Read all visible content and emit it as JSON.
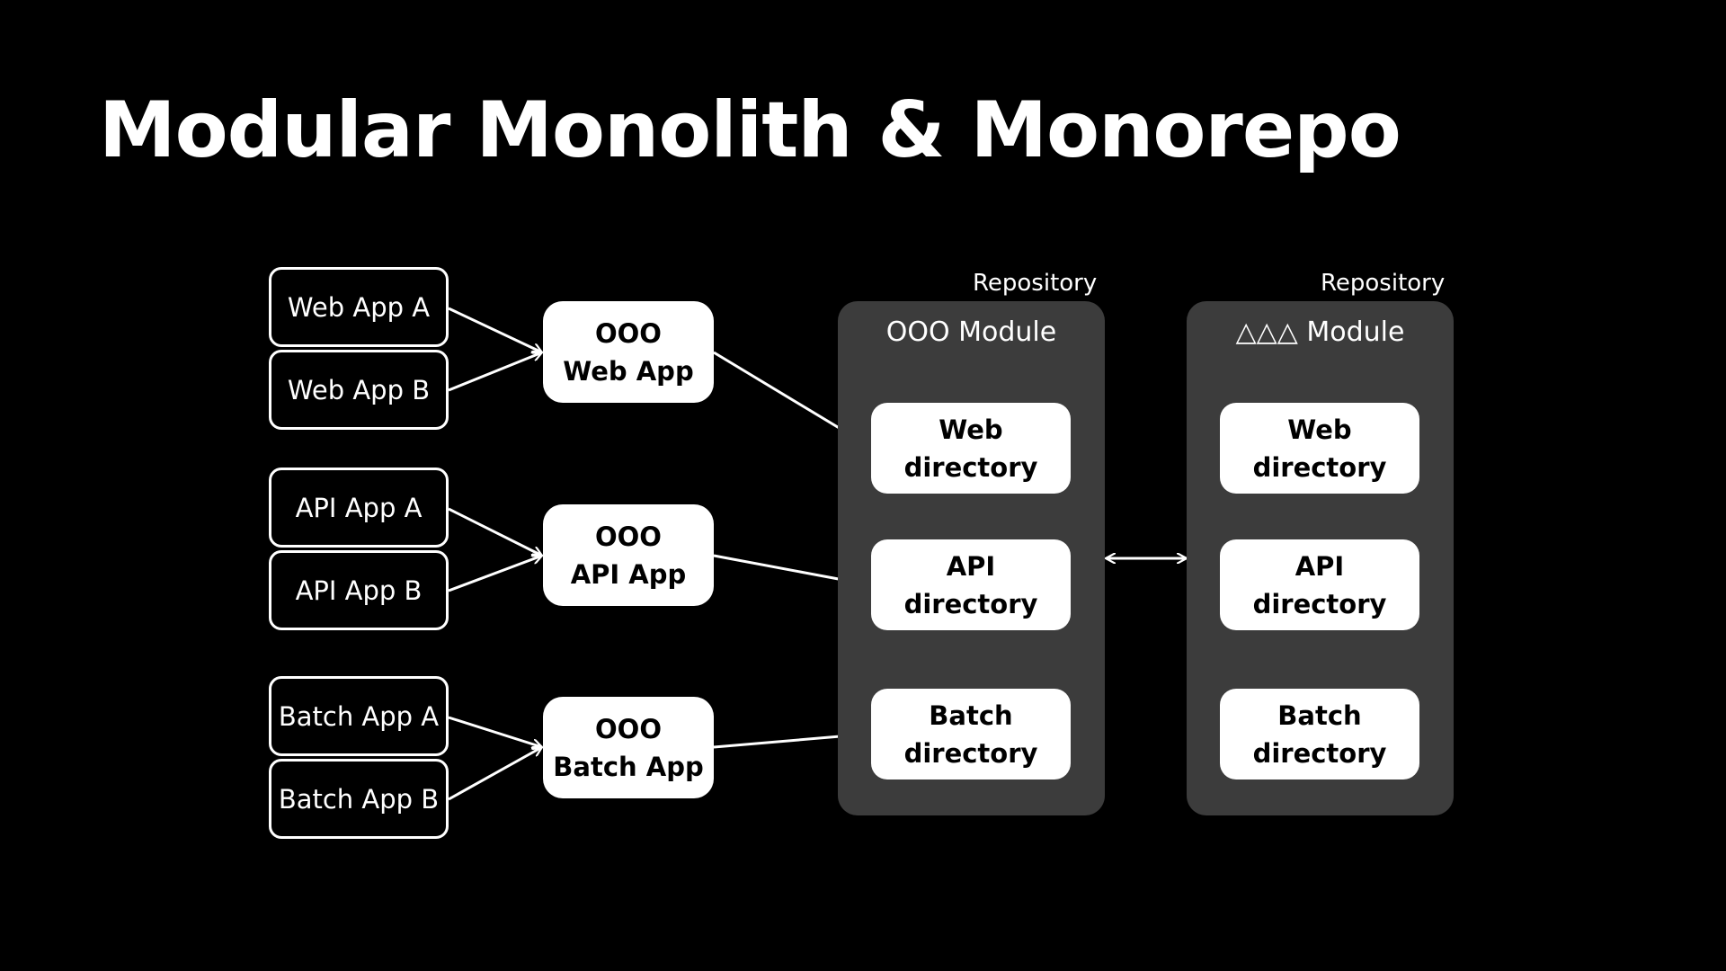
{
  "slide": {
    "title": "Modular Monolith & Monorepo"
  },
  "apps": {
    "web_a": "Web App A",
    "web_b": "Web App B",
    "api_a": "API App A",
    "api_b": "API App B",
    "batch_a": "Batch App A",
    "batch_b": "Batch App B"
  },
  "shared_apps": {
    "web": {
      "line1": "OOO",
      "line2": "Web App"
    },
    "api": {
      "line1": "OOO",
      "line2": "API App"
    },
    "batch": {
      "line1": "OOO",
      "line2": "Batch App"
    }
  },
  "repositories": [
    {
      "repo_label": "Repository",
      "module_title": "OOO Module",
      "directories": [
        {
          "line1": "Web",
          "line2": "directory"
        },
        {
          "line1": "API",
          "line2": "directory"
        },
        {
          "line1": "Batch",
          "line2": "directory"
        }
      ]
    },
    {
      "repo_label": "Repository",
      "module_title": "△△△ Module",
      "directories": [
        {
          "line1": "Web",
          "line2": "directory"
        },
        {
          "line1": "API",
          "line2": "directory"
        },
        {
          "line1": "Batch",
          "line2": "directory"
        }
      ]
    }
  ],
  "colors": {
    "background": "#000000",
    "panel": "#3c3c3c",
    "foreground": "#ffffff"
  }
}
